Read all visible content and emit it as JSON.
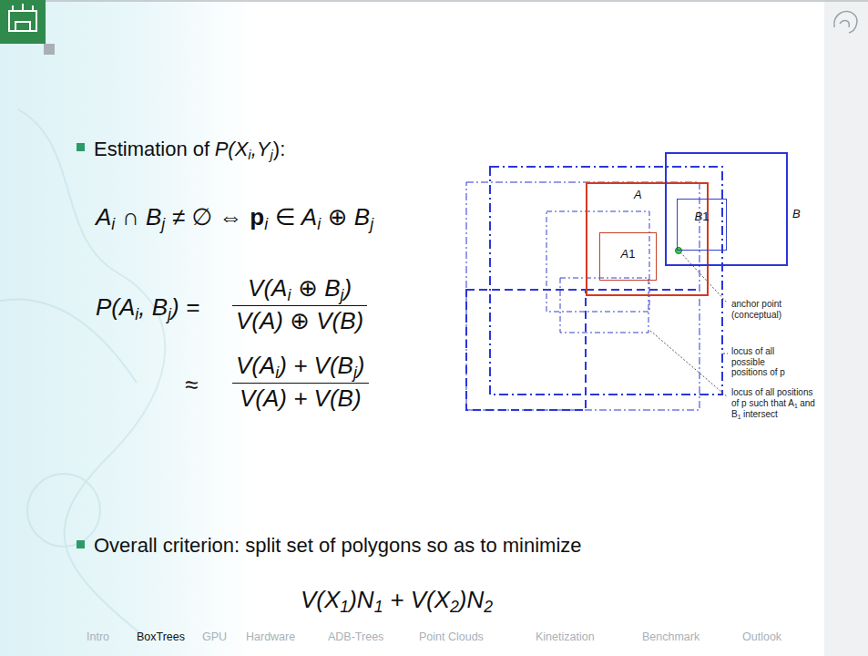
{
  "diagram": {
    "nodes": [
      {
        "text": [
          "A"
        ]
      },
      {
        "text": [
          "A",
          "1"
        ],
        "in": 0
      },
      {
        "text": [
          "B"
        ]
      },
      {
        "text": [
          "B",
          "1"
        ],
        "in": 2
      }
    ],
    "labels": [
      "Estimation of",
      "P(X",
      "i",
      ",Y",
      "j",
      "):",
      "A",
      "i",
      "∩ B",
      "j",
      "≠ ∅ ⇔",
      "p",
      "i",
      "∈ A",
      "i",
      "⊕ B",
      "j",
      "P(A",
      "i",
      ", B",
      "j",
      ") =",
      "V(A",
      "i",
      "⊕ B",
      "j",
      ")",
      "V(A) ⊕ V(B)",
      "≈",
      "V(A",
      "i",
      ") + V(B",
      "j",
      ")",
      "V(A) + V(B)",
      "Overall criterion: split set of polygons so as to minimize",
      "V(X",
      "1",
      ")N",
      "1",
      "+ V(X",
      "2",
      ")N",
      "2",
      "anchor point (conceptual)",
      "locus of all possible positions of p",
      "locus of all positions of p such that A",
      "1",
      "and B",
      "1",
      "intersect",
      "Intro",
      "BoxTrees",
      "GPU",
      "Hardware",
      "ADB-Trees",
      "Point Clouds",
      "Kinetization",
      "Benchmark",
      "Outlook"
    ]
  }
}
